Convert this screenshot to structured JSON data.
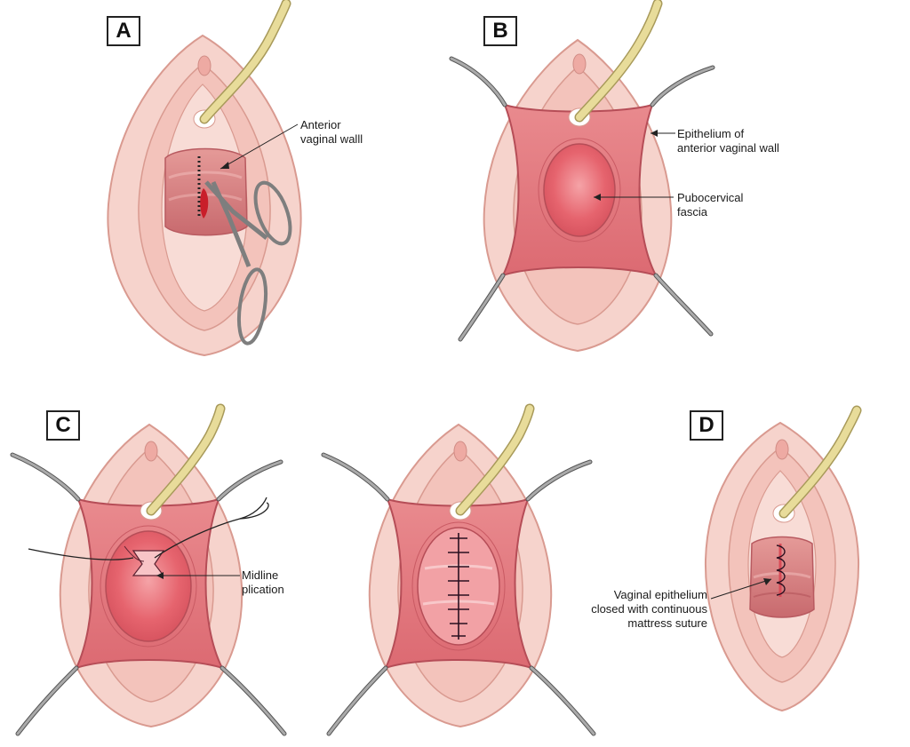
{
  "panels": [
    {
      "id": "A",
      "label": "A"
    },
    {
      "id": "B",
      "label": "B"
    },
    {
      "id": "C",
      "label": "C"
    },
    {
      "id": "D",
      "label": "D"
    }
  ],
  "annotations": {
    "anterior_vaginal_wall": "Anterior\nvaginal walll",
    "epithelium": "Epithelium of\nanterior vaginal wall",
    "pubocervical_fascia": "Pubocervical\nfascia",
    "midline_plication": "Midline\nplication",
    "vaginal_epithelium_closed": "Vaginal epithelium\nclosed with continuous\nmattress suture"
  },
  "colors": {
    "skin": "#f6d3cc",
    "skin_outline": "#d99a90",
    "mucosa": "#e9878b",
    "mucosa_dark": "#d8616a",
    "fascia": "#e25f69",
    "catheter": "#e8dc9a",
    "instrument": "#8c8c8c"
  }
}
